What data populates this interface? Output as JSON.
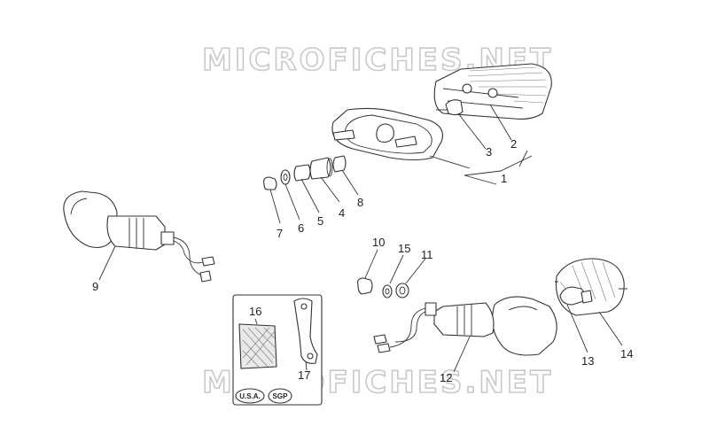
{
  "watermark": {
    "top": "MICROFICHES.NET",
    "bottom": "MICROFICHES.NET"
  },
  "callouts": [
    "1",
    "2",
    "3",
    "4",
    "5",
    "6",
    "7",
    "8",
    "9",
    "10",
    "11",
    "12",
    "13",
    "14",
    "15",
    "16",
    "17"
  ],
  "badges": {
    "usa": "U.S.A.",
    "sgp": "SGP"
  }
}
